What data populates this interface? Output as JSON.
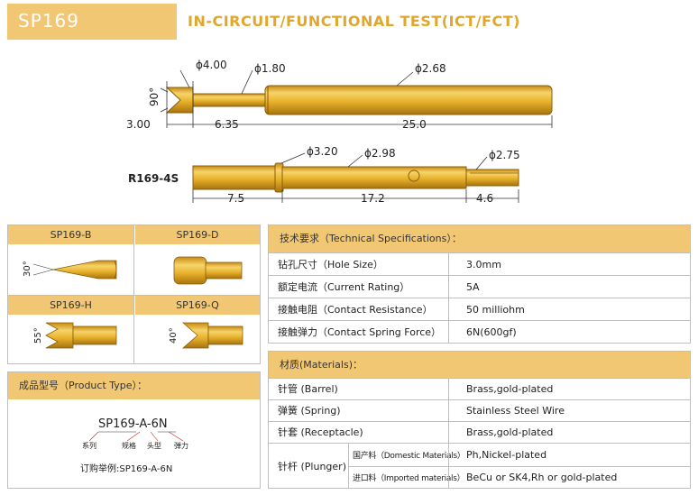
{
  "header": {
    "model": "SP169",
    "title": "IN-CIRCUIT/FUNCTIONAL TEST(ICT/FCT)"
  },
  "probe_drawing": {
    "dim_head_dia": "ϕ4.00",
    "dim_neck_dia": "ϕ1.80",
    "dim_barrel_dia": "ϕ2.68",
    "dim_angle": "90°",
    "dim_len_1": "3.00",
    "dim_len_2": "6.35",
    "dim_len_3": "25.0"
  },
  "receptacle_drawing": {
    "label": "R169-4S",
    "dim_collar_dia": "ϕ3.20",
    "dim_body_dia": "ϕ2.98",
    "dim_end_dia": "ϕ2.75",
    "dim_len_1": "7.5",
    "dim_len_2": "17.2",
    "dim_len_3": "4.6"
  },
  "tip_styles": {
    "b": {
      "name": "SP169-B",
      "angle": "30°"
    },
    "d": {
      "name": "SP169-D"
    },
    "h": {
      "name": "SP169-H",
      "angle": "55°"
    },
    "q": {
      "name": "SP169-Q",
      "angle": "40°"
    }
  },
  "product_type": {
    "heading": "成品型号（Product Type）：",
    "code_series": "SP169",
    "code_dash1": "-",
    "code_head": "A",
    "code_dash2": "-",
    "code_spring": "6N",
    "label_series": "系列",
    "label_spec": "规格",
    "label_head": "头型",
    "label_spring": "弹力",
    "example": "订购举例:SP169-A-6N"
  },
  "tech_specs": {
    "heading": "技术要求（Technical Specifications）：",
    "rows": [
      {
        "label": "钻孔尺寸（Hole Size）",
        "value": "3.0mm"
      },
      {
        "label": "额定电流（Current Rating）",
        "value": "5A"
      },
      {
        "label": "接触电阻（Contact Resistance）",
        "value": "50 milliohm"
      },
      {
        "label": "接触弹力（Contact Spring Force）",
        "value": "6N(600gf)"
      }
    ]
  },
  "materials": {
    "heading": "材质(Materials)：",
    "barrel_label": "针管 (Barrel)",
    "barrel_value": "Brass,gold-plated",
    "spring_label": "弹簧 (Spring)",
    "spring_value": "Stainless Steel Wire",
    "receptacle_label": "针套 (Receptacle)",
    "receptacle_value": "Brass,gold-plated",
    "plunger_label": "针杆 (Plunger)",
    "domestic_label": "国产料（Domestic Materials）",
    "domestic_value": "Ph,Nickel-plated",
    "imported_label": "进口料（Imported materials）",
    "imported_value": "BeCu or SK4,Rh or gold-plated"
  },
  "colors": {
    "accent": "#f2c774",
    "title": "#e0a72b",
    "gold": "#e8b22c",
    "gold_dark": "#b07d12"
  }
}
